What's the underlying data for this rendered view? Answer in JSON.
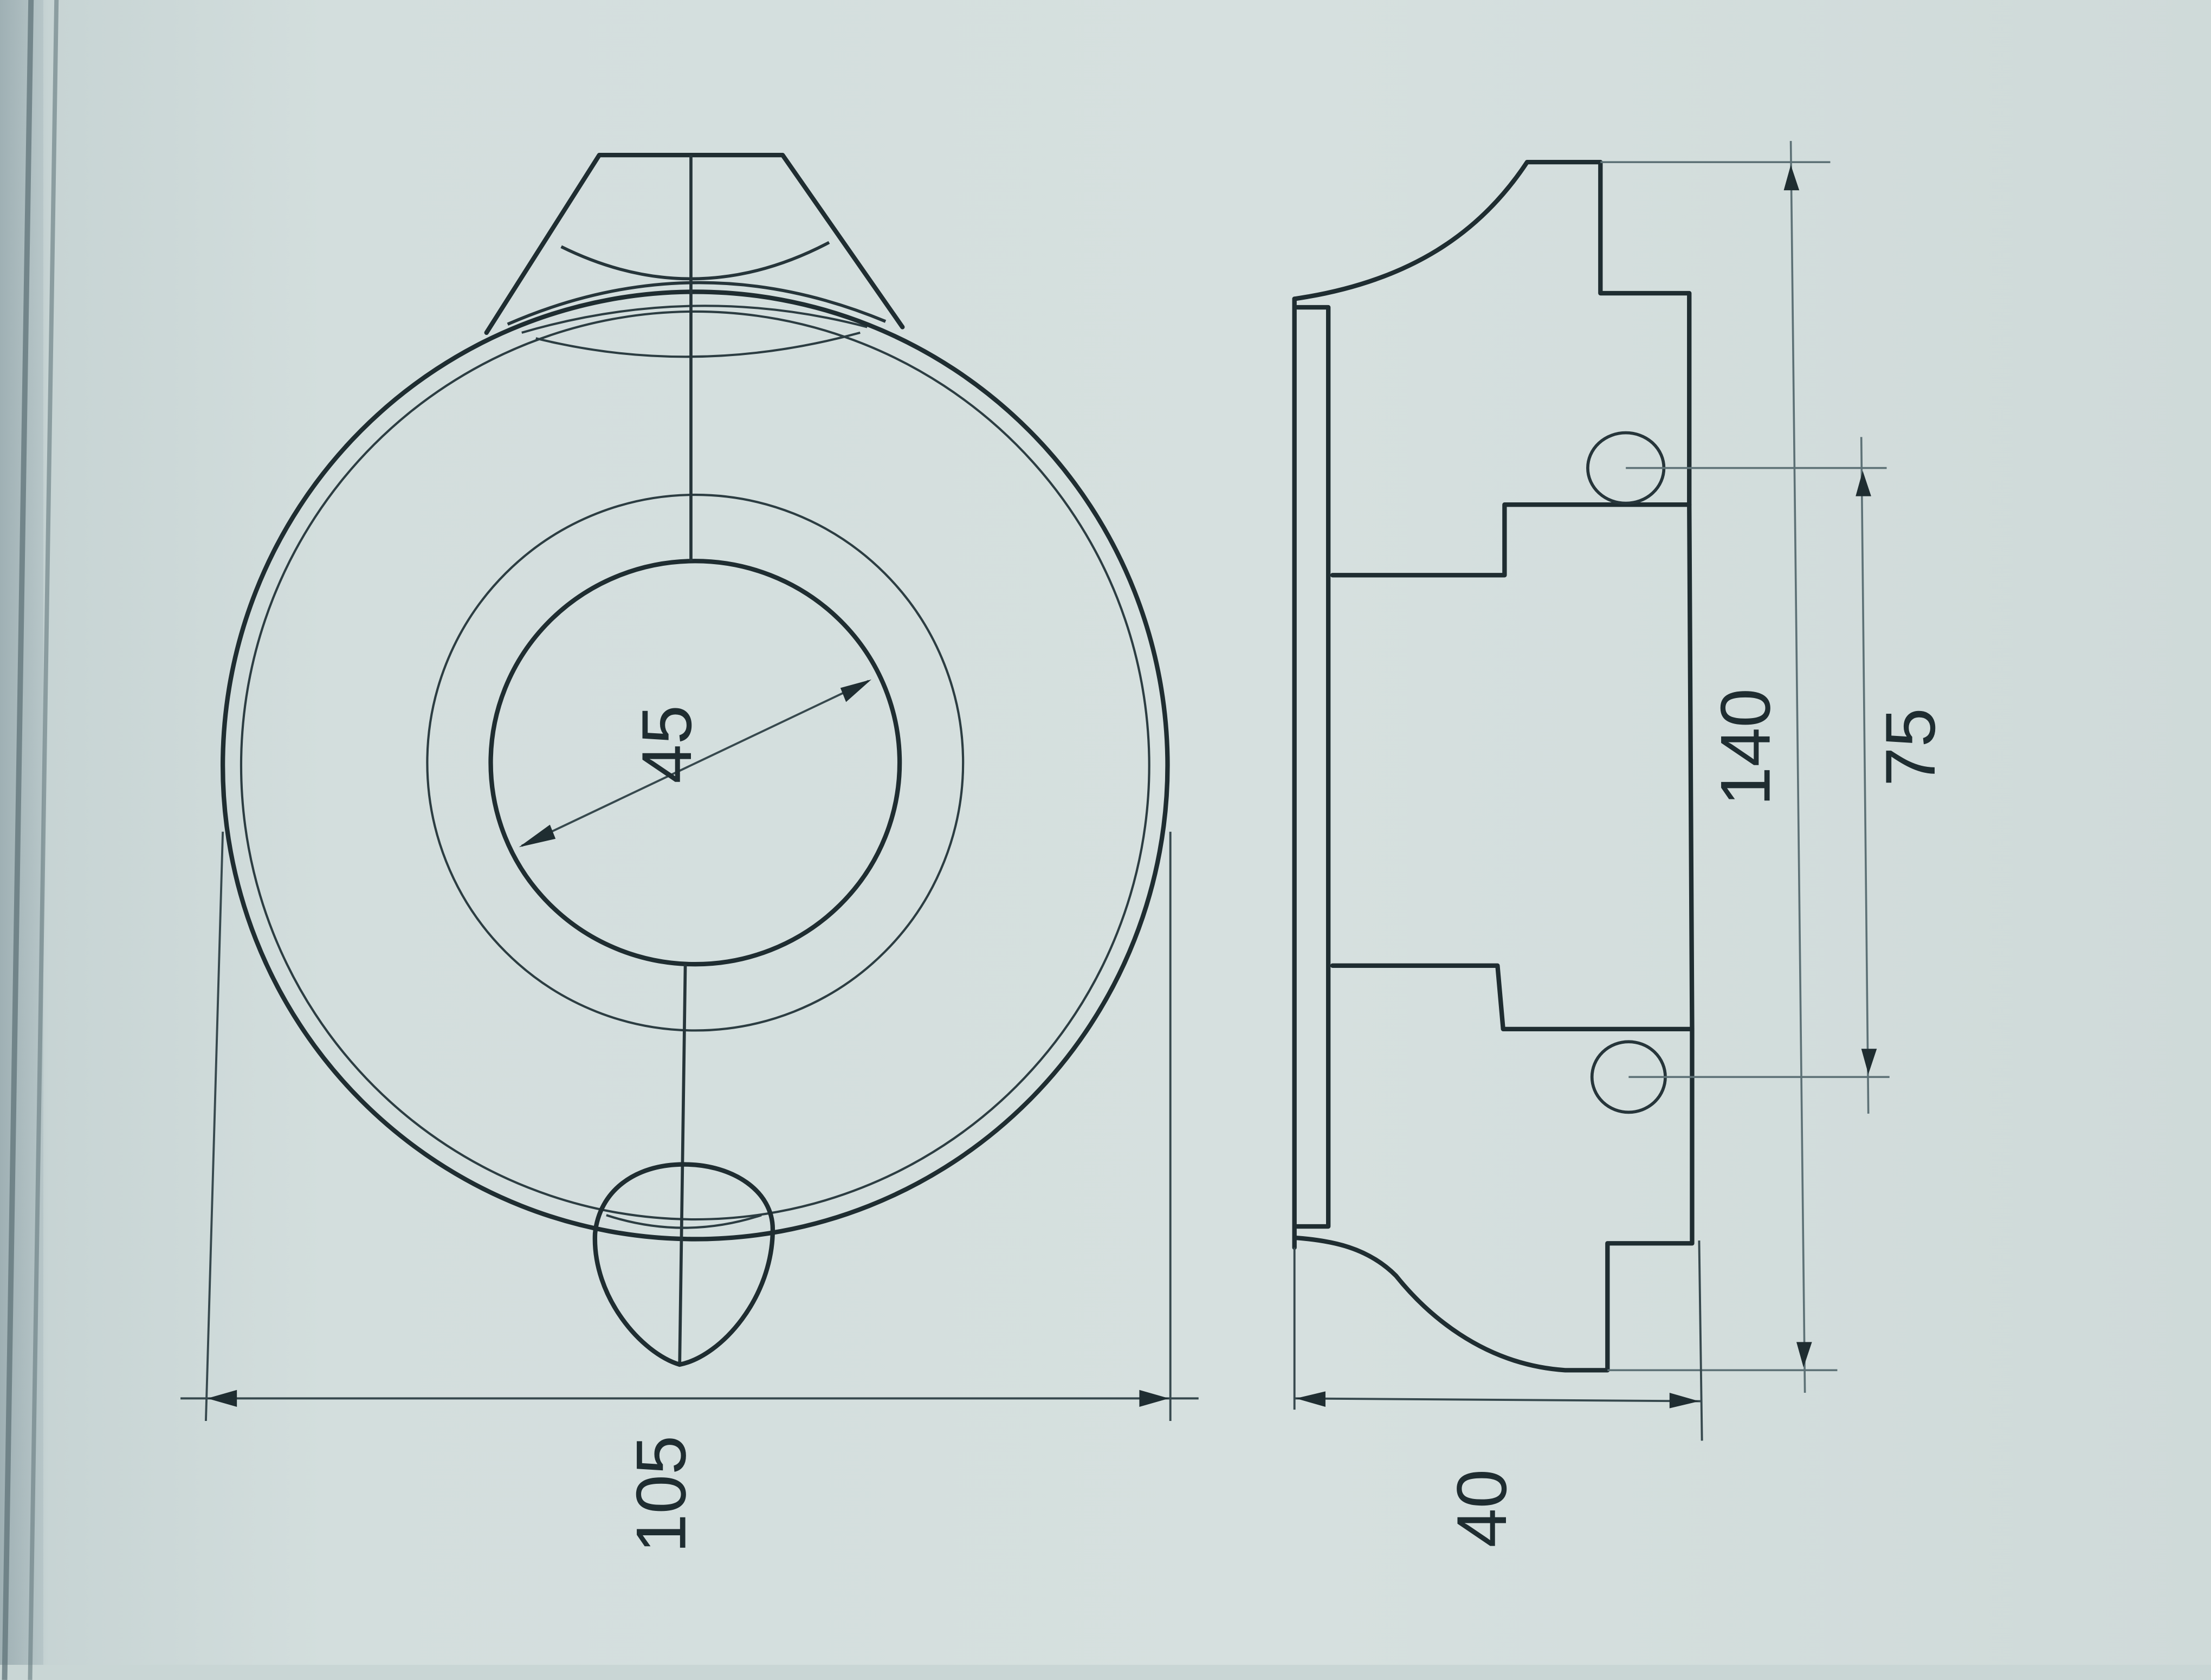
{
  "drawing": {
    "type": "technical-drawing",
    "orientation": "rotated 90 degrees counter-clockwise (text reads bottom-to-top)",
    "views": [
      {
        "name": "front-view",
        "description": "circular part with central bore, spout tab at top and teardrop tab at bottom, vertical centerline"
      },
      {
        "name": "side-section-view",
        "description": "stepped profile section with two small round features (O-rings)"
      }
    ],
    "dimensions": {
      "bore_diameter": "45",
      "overall_width": "105",
      "overall_length": "140",
      "hole_spacing": "75",
      "thickness": "40"
    }
  },
  "colors": {
    "background": "#d6e0df",
    "line": "#1f2d31",
    "dimension_line": "#5d7176"
  }
}
